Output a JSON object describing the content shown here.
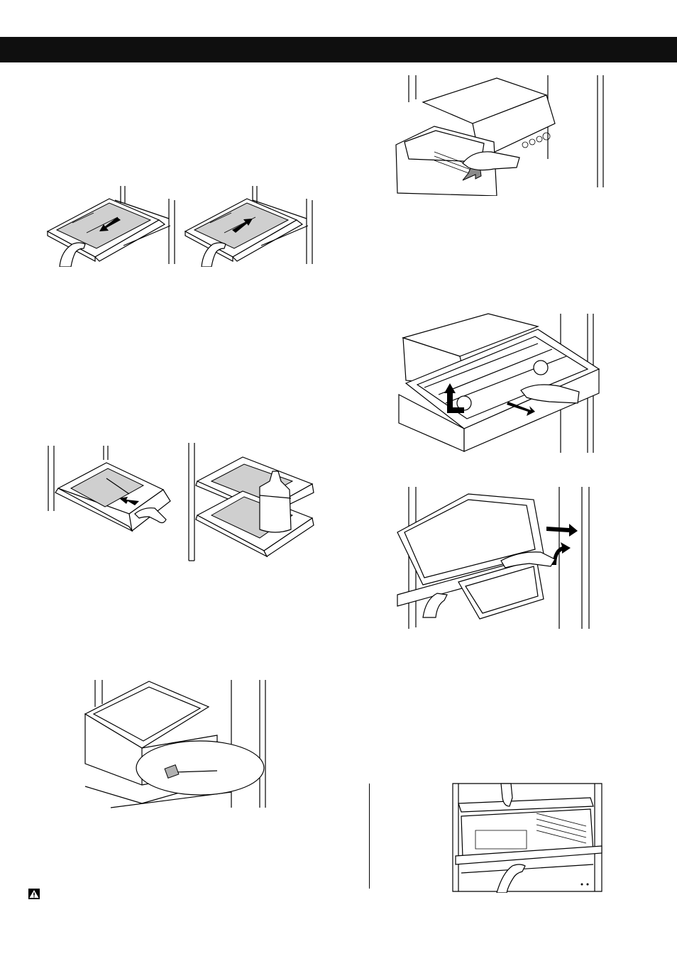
{
  "header": {
    "bar_color": "#0f0f0f"
  },
  "figures": {
    "shelf_slide_out": {
      "icon": "shelf-slide-out-illustration"
    },
    "shelf_slide_in": {
      "icon": "shelf-slide-in-illustration"
    },
    "shelf_retract": {
      "icon": "shelf-retract-illustration"
    },
    "shelf_tall_items": {
      "icon": "shelf-tall-items-illustration"
    },
    "crisper_cover_removal": {
      "icon": "crisper-cover-removal-illustration"
    },
    "pantry_lift_out": {
      "icon": "pantry-drawer-lift-out-illustration"
    },
    "pantry_cover_removal": {
      "icon": "pantry-cover-removal-illustration"
    },
    "pantry_cover_lift": {
      "icon": "pantry-cover-lift-illustration"
    },
    "freezer_basket_removal": {
      "icon": "freezer-basket-removal-illustration"
    }
  },
  "warning": {
    "icon": "warning-triangle-icon"
  }
}
